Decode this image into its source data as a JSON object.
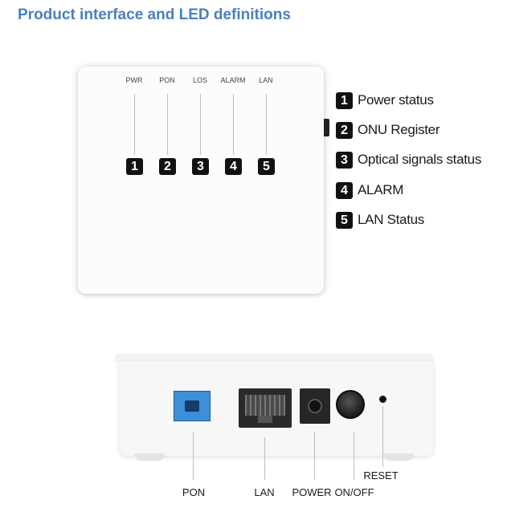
{
  "title": "Product interface and LED definitions",
  "front_panel": {
    "leds": [
      {
        "label": "PWR",
        "number": "1"
      },
      {
        "label": "PON",
        "number": "2"
      },
      {
        "label": "LOS",
        "number": "3"
      },
      {
        "label": "ALARM",
        "number": "4"
      },
      {
        "label": "LAN",
        "number": "5"
      }
    ]
  },
  "legend": [
    {
      "number": "1",
      "text": "Power status"
    },
    {
      "number": "2",
      "text": "ONU Register"
    },
    {
      "number": "3",
      "text": "Optical signals status"
    },
    {
      "number": "4",
      "text": "ALARM"
    },
    {
      "number": "5",
      "text": "LAN Status"
    }
  ],
  "rear_panel": {
    "ports": {
      "pon": "PON",
      "lan": "LAN",
      "power": "POWER",
      "onoff": "ON/OFF",
      "reset": "RESET"
    }
  },
  "colors": {
    "title": "#4b7fc0",
    "pon_port": "#3f8fd8",
    "badge": "#111111"
  }
}
